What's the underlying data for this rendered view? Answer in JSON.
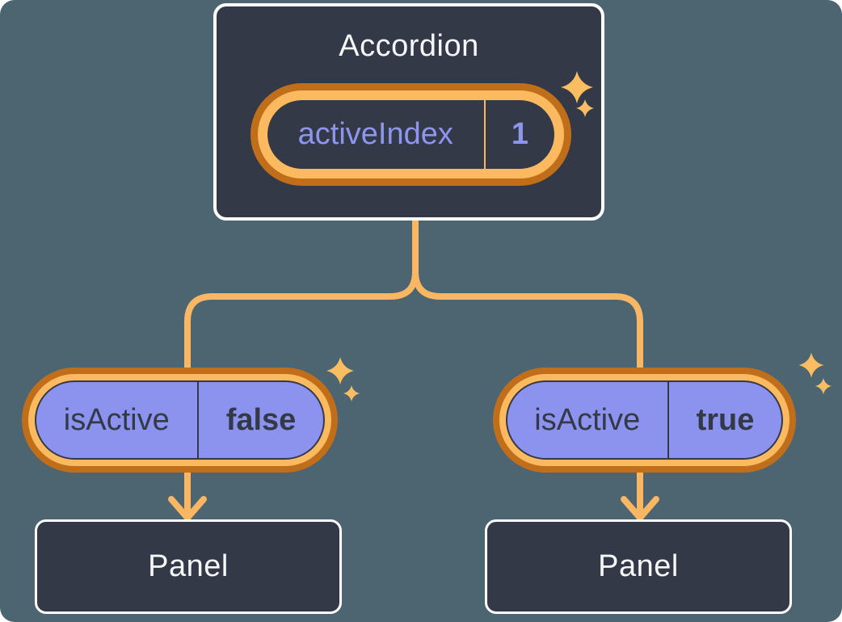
{
  "colors": {
    "background": "#4C6570",
    "box-bg": "#333947",
    "box-border": "#FFFFFF",
    "ring-dark": "#C16E1B",
    "ring-light": "#FBBA60",
    "connector": "#F9B763",
    "sparkle": "#FABD62",
    "pill-fill": "#8C93EE",
    "purple-text": "#8D96EC",
    "dark-text": "#333947",
    "light-text": "#F6F7F9"
  },
  "accordion": {
    "title": "Accordion",
    "state": {
      "name": "activeIndex",
      "value": "1"
    }
  },
  "children": [
    {
      "prop": {
        "name": "isActive",
        "value": "false"
      },
      "panel": {
        "title": "Panel"
      }
    },
    {
      "prop": {
        "name": "isActive",
        "value": "true"
      },
      "panel": {
        "title": "Panel"
      }
    }
  ]
}
